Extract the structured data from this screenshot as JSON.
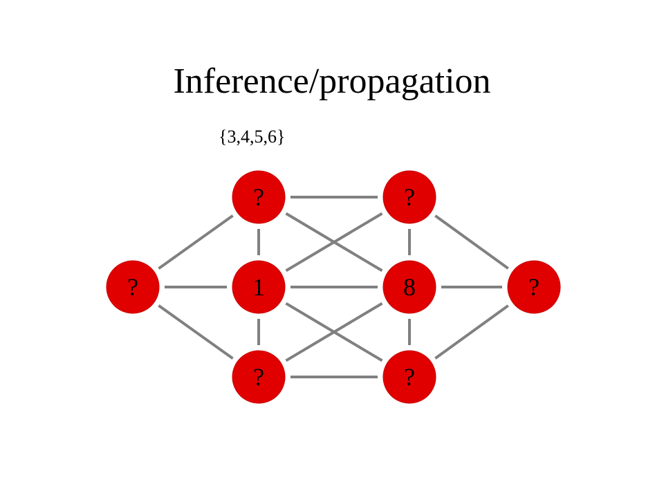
{
  "title": "Inference/propagation",
  "annotation": "{3,4,5,6}",
  "colors": {
    "node_fill": "#e00000",
    "node_stroke": "#c80000",
    "edge": "#808080",
    "text": "#000000"
  },
  "nodes": [
    {
      "id": "left",
      "label": "?"
    },
    {
      "id": "top-left",
      "label": "?"
    },
    {
      "id": "middle-left",
      "label": "1"
    },
    {
      "id": "bottom-left",
      "label": "?"
    },
    {
      "id": "top-right",
      "label": "?"
    },
    {
      "id": "middle-right",
      "label": "8"
    },
    {
      "id": "bottom-right",
      "label": "?"
    },
    {
      "id": "right",
      "label": "?"
    }
  ],
  "edges": [
    [
      "left",
      "top-left"
    ],
    [
      "left",
      "middle-left"
    ],
    [
      "left",
      "bottom-left"
    ],
    [
      "top-left",
      "middle-left"
    ],
    [
      "middle-left",
      "bottom-left"
    ],
    [
      "top-left",
      "top-right"
    ],
    [
      "top-left",
      "middle-right"
    ],
    [
      "middle-left",
      "top-right"
    ],
    [
      "middle-left",
      "middle-right"
    ],
    [
      "middle-left",
      "bottom-right"
    ],
    [
      "bottom-left",
      "middle-right"
    ],
    [
      "bottom-left",
      "bottom-right"
    ],
    [
      "top-right",
      "middle-right"
    ],
    [
      "middle-right",
      "bottom-right"
    ],
    [
      "top-right",
      "right"
    ],
    [
      "middle-right",
      "right"
    ],
    [
      "bottom-right",
      "right"
    ]
  ]
}
